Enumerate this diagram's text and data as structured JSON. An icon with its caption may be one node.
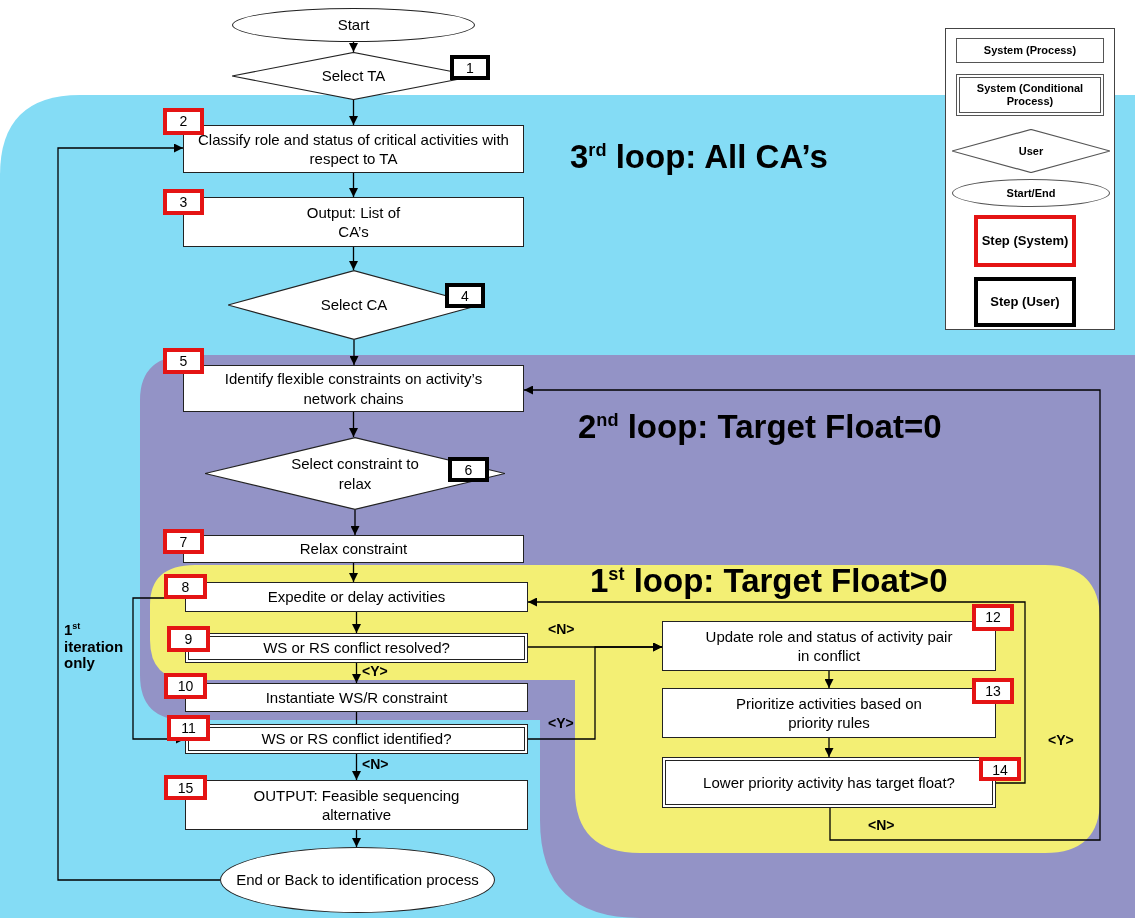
{
  "diagram": {
    "nodes": [
      {
        "text": [
          "Start"
        ]
      },
      {
        "text": [
          "1",
          "Select TA"
        ]
      },
      {
        "text": [
          "3$^{rd}$ loop: All CA’s"
        ]
      },
      {
        "text": [
          "2",
          "Classify role and status of critical activities with respect to TA"
        ],
        "in": 2
      },
      {
        "text": [
          "3",
          "Output: List of CA’s"
        ],
        "in": 2
      },
      {
        "text": [
          "4",
          "Select CA"
        ],
        "in": 2
      },
      {
        "text": [
          "2$^{nd}$ loop: Target Float=0"
        ],
        "in": 2
      },
      {
        "text": [
          "5",
          "Identify flexible constraints on activity’s network chains"
        ],
        "in": 6
      },
      {
        "text": [
          "Select constraint to relax",
          "6"
        ],
        "in": 6
      },
      {
        "text": [
          "7",
          "Relax constraint"
        ],
        "in": 6
      },
      {
        "text": [
          "1$^{st}$ loop: Target Float>0"
        ],
        "in": 6
      },
      {
        "text": [
          "8",
          "Expedite or delay activities"
        ],
        "in": 10
      },
      {
        "text": [
          "9",
          "WS or RS conflict resolved?"
        ],
        "in": 10
      },
      {
        "text": [
          "10",
          "Instantiate WS/R constraint"
        ],
        "in": 6
      },
      {
        "text": [
          "11",
          "WS or RS conflict identified?"
        ],
        "in": 2
      },
      {
        "text": [
          "12",
          "Update role and status of activity pair in conflict"
        ],
        "in": 10
      },
      {
        "text": [
          "13",
          "Prioritize activities based on priority rules"
        ],
        "in": 10
      },
      {
        "text": [
          "14",
          "Lower priority activity has target float?"
        ],
        "in": 10
      },
      {
        "text": [
          "15",
          "OUTPUT: Feasible sequencing alternative"
        ],
        "in": 2
      },
      {
        "text": [
          "End or Back to identification process"
        ],
        "in": 2
      }
    ],
    "edges": [
      {
        "from": 0,
        "to": 1,
        "arrow": "to"
      },
      {
        "from": 1,
        "to": 3,
        "arrow": "to"
      },
      {
        "from": 3,
        "to": 4,
        "arrow": "to"
      },
      {
        "from": 4,
        "to": 5,
        "arrow": "to"
      },
      {
        "from": 5,
        "to": 7,
        "arrow": "to"
      },
      {
        "from": 7,
        "to": 8,
        "arrow": "to"
      },
      {
        "from": 8,
        "to": 9,
        "arrow": "to"
      },
      {
        "from": 9,
        "to": 11,
        "arrow": "to"
      },
      {
        "from": 11,
        "to": 12,
        "arrow": "to"
      },
      {
        "from": 12,
        "to": 13,
        "arrow": "to",
        "label": "<Y>"
      },
      {
        "from": 13,
        "to": 14,
        "arrow": "none"
      },
      {
        "from": 14,
        "to": 18,
        "arrow": "to",
        "label": "<N>"
      },
      {
        "from": 18,
        "to": 19,
        "arrow": "to"
      },
      {
        "from": 19,
        "to": 3,
        "arrow": "to"
      },
      {
        "from": 12,
        "to": 15,
        "arrow": "to",
        "label": "<N>"
      },
      {
        "from": 14,
        "to": 15,
        "arrow": "to",
        "label": "<Y>"
      },
      {
        "from": 15,
        "to": 16,
        "arrow": "to"
      },
      {
        "from": 16,
        "to": 17,
        "arrow": "to"
      },
      {
        "from": 17,
        "to": 11,
        "arrow": "to",
        "label": "<Y>"
      },
      {
        "from": 17,
        "to": 7,
        "arrow": "to",
        "label": "<N>"
      },
      {
        "from": 11,
        "to": 14,
        "arrow": "to",
        "label": "1$^{st}$ iteration only"
      }
    ],
    "legend": [
      {
        "text": "System (Process)"
      },
      {
        "text": "System (Conditional Process)"
      },
      {
        "text": "User"
      },
      {
        "text": "Start/End"
      },
      {
        "text": "Step (System)"
      },
      {
        "text": "Step (User)"
      }
    ]
  }
}
